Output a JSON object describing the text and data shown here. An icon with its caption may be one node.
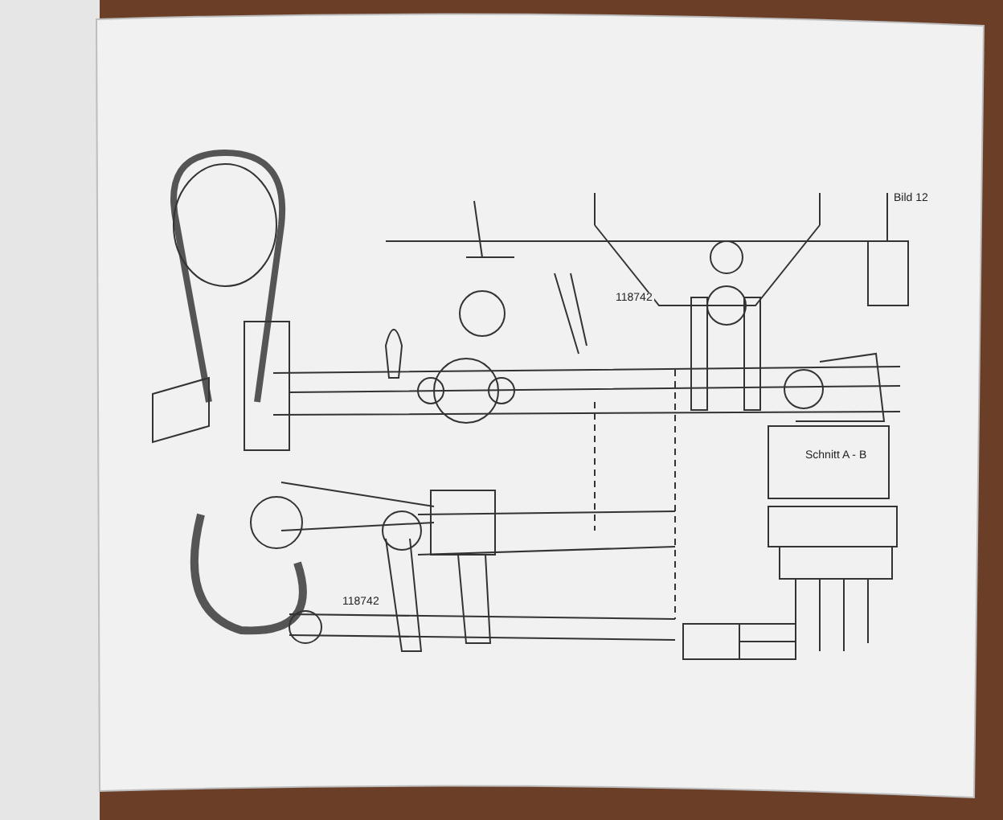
{
  "diagram": {
    "labels": [
      "Bild 12",
      "118742",
      "Schnitt A - B",
      "118742"
    ]
  }
}
